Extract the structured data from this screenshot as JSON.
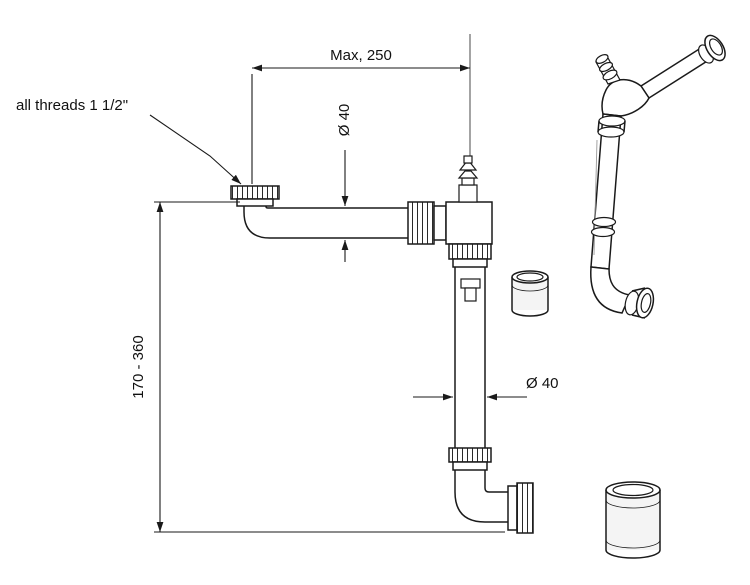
{
  "page": {
    "background": "#ffffff"
  },
  "diagram": {
    "labels": {
      "thread_note": "all threads 1 1/2\"",
      "max_width": "Max, 250",
      "dia_horizontal": "Ø 40",
      "dia_vertical": "Ø 40",
      "height_range": "170 - 360"
    },
    "colors": {
      "line": "#1a1a1a",
      "fill": "#ffffff",
      "shade": "#f4f4f4"
    }
  }
}
